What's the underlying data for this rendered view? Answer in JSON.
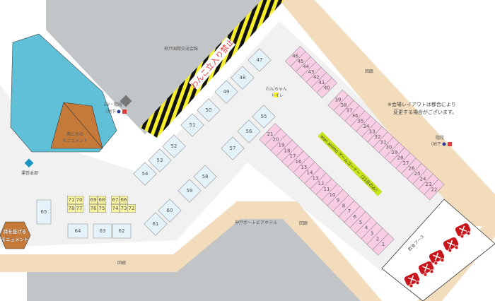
{
  "labels": {
    "convention_hall": "神戸国際交流会館",
    "hotel": "神戸ポートピアホテル",
    "corridor_top": "回廊",
    "corridor_mid": "回廊",
    "corridor_bottom": "回廊",
    "no_dogs": "わんこ立入り禁止",
    "dog_toilet_1": "わんちゃん",
    "dog_toilet_2": "トイレ",
    "ev_stairs": "EV・階段",
    "ev_basement": "（地下",
    "stairs_right": "階段",
    "stairs_right_basement": "（地下",
    "notice_1": "※会場レイアウトは都合により",
    "notice_2": "変更する場合がございます。",
    "monument_water_1": "雨と水の",
    "monument_water_2": "モニュメント",
    "monument_poem_1": "詩を告げる",
    "monument_poem_2": "モニュメント",
    "hq": "運営本部",
    "game_corner": "wan animo ゲームコーナー（21日のみ）",
    "food_booth": "飲食ブース"
  },
  "icons": [
    "parking-icon",
    "restroom-icon",
    "food-truck-icon"
  ],
  "booths": {
    "pink_row_a": [
      "21",
      "20",
      "19",
      "18",
      "17",
      "16",
      "15",
      "14",
      "13",
      "12",
      "11",
      "10",
      "9",
      "8",
      "7",
      "6",
      "5",
      "4",
      "3",
      "2",
      "1"
    ],
    "pink_row_b": [
      "39",
      "38",
      "37",
      "36",
      "35",
      "34",
      "33",
      "32",
      "31",
      "30",
      "29",
      "28",
      "27",
      "26",
      "25",
      "24",
      "23",
      "22"
    ],
    "pink_row_c": [
      "46",
      "45",
      "44",
      "43",
      "42",
      "41",
      "40"
    ],
    "blue": [
      "47",
      "48",
      "49",
      "50",
      "51",
      "52",
      "53",
      "54",
      "55",
      "56",
      "57",
      "58",
      "59",
      "60",
      "61",
      "62",
      "63",
      "64",
      "65"
    ],
    "yellow": [
      "71",
      "70",
      "69",
      "68",
      "67",
      "66",
      "78",
      "77",
      "76",
      "75",
      "74",
      "73",
      "72"
    ]
  },
  "colors": {
    "pink": "#f9cde4",
    "blue": "#e3f3f9",
    "yellow": "#f8f3a0",
    "corridor": "#f2dcbc",
    "building": "#c1c5c8",
    "water": "#5fc0d8",
    "caution": "#f6ef2a",
    "truck": "#c8161d",
    "game": "#c8e21e"
  }
}
